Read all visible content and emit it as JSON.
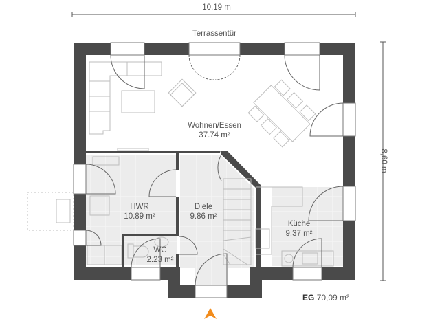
{
  "dimensions": {
    "width": "10,19 m",
    "height": "8,60 m"
  },
  "labels": {
    "terrace_door": "Terrassentür"
  },
  "rooms": [
    {
      "name": "Wohnen/Essen",
      "area": "37.74 m²"
    },
    {
      "name": "HWR",
      "area": "10.89 m²"
    },
    {
      "name": "Diele",
      "area": "9.86 m²"
    },
    {
      "name": "WC",
      "area": "2.23 m²"
    },
    {
      "name": "Küche",
      "area": "9.37 m²"
    }
  ],
  "floor_summary": {
    "level": "EG",
    "area": "70,09 m²"
  },
  "icons": {
    "entrance": "north-arrow-icon"
  },
  "colors": {
    "wall": "#4a4a4a",
    "floor_tile": "#ececec",
    "furniture": "#bdbdbd",
    "accent": "#f28c1c"
  }
}
